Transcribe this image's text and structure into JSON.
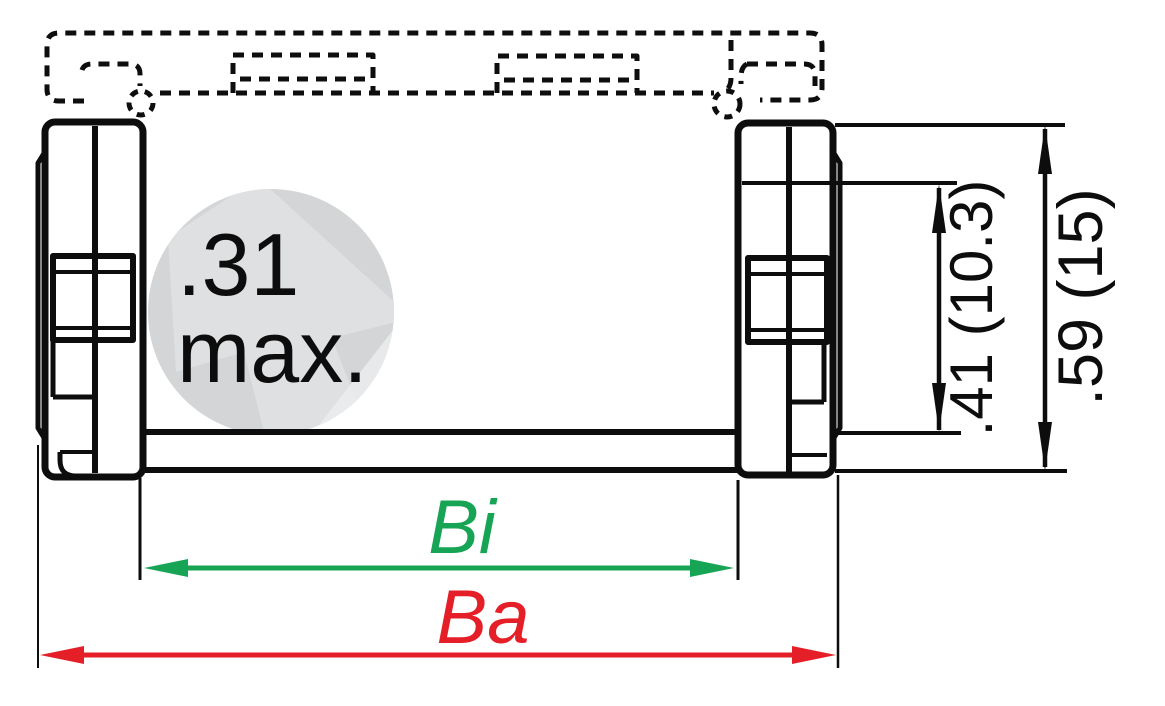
{
  "diagram": {
    "type": "technical-drawing",
    "labels": {
      "pin_dim_line1": ".31",
      "pin_dim_line2": "max.",
      "inner_height": ".41 (10.3)",
      "outer_height": ".59 (15)",
      "inner_width": "Bi",
      "outer_width": "Ba"
    },
    "colors": {
      "line": "#0d0d0d",
      "inner_width_green": "#17a455",
      "outer_width_red": "#e51f28",
      "watermark_fill": "#d3d5d6",
      "watermark_glyph": "#dee0e2",
      "watermark_highlight": "#edeff0"
    }
  }
}
